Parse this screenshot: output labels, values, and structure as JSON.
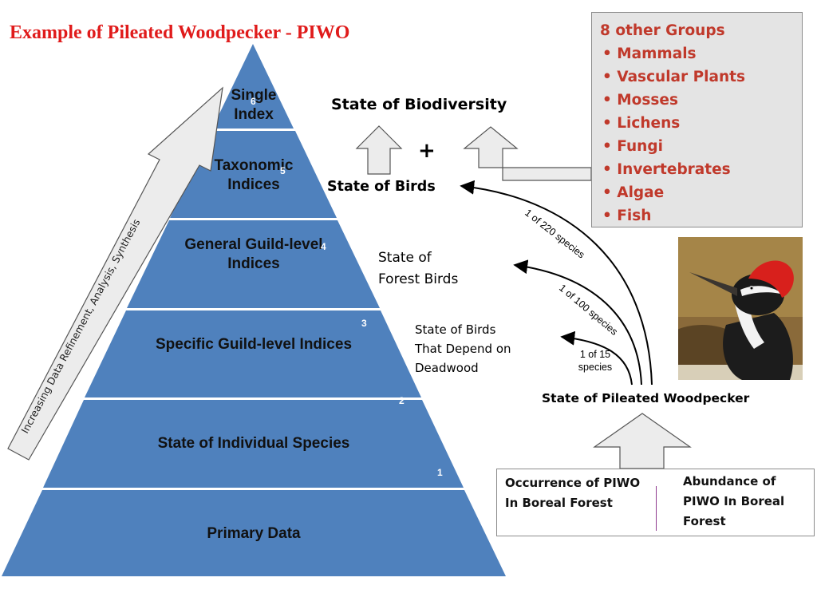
{
  "title": "Example of Pileated Woodpecker - PIWO",
  "pyramid": {
    "levels": [
      {
        "number": "6",
        "label": "Single Index"
      },
      {
        "number": "5",
        "label": "Taxonomic Indices"
      },
      {
        "number": "4",
        "label": "General Guild-level Indices"
      },
      {
        "number": "3",
        "label": "Specific Guild-level Indices"
      },
      {
        "number": "2",
        "label": "State of Individual Species"
      },
      {
        "number": "1",
        "label": "Primary Data"
      }
    ],
    "side_arrow_label": "Increasing Data Refinement, Analysis, Synthesis"
  },
  "labels": {
    "biodiversity": "State of Biodiversity",
    "plus": "+",
    "birds": "State of Birds",
    "forest_birds": "State of Forest Birds",
    "deadwood_birds": "State of Birds That Depend on Deadwood",
    "piwo": "State of Pileated Woodpecker"
  },
  "curve_labels": {
    "c220": "1 of 220 species",
    "c100": "1 of 100 species",
    "c15": "1 of 15 species"
  },
  "other_groups": {
    "heading": "8 other Groups",
    "items": [
      "Mammals",
      "Vascular Plants",
      "Mosses",
      "Lichens",
      "Fungi",
      "Invertebrates",
      "Algae",
      "Fish"
    ]
  },
  "bottom_box": {
    "occurrence": "Occurrence of PIWO In Boreal Forest",
    "abundance": "Abundance of PIWO In Boreal Forest"
  },
  "colors": {
    "pyramid_fill": "#4f81bd",
    "title": "#e01b1b",
    "groups_text": "#c0392b",
    "arrow_fill": "#ececec"
  },
  "icons": {
    "bird_photo": "pileated-woodpecker-illustration"
  }
}
